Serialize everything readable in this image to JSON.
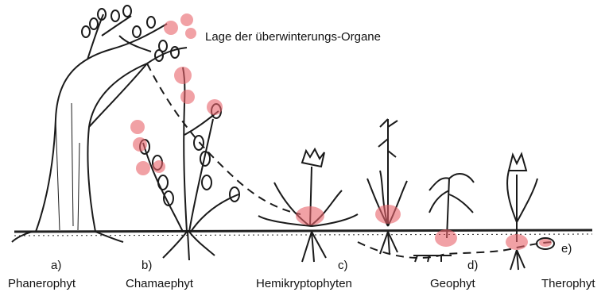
{
  "title": "Lage der überwinterungs-Organe",
  "types": [
    {
      "letter": "a)",
      "name": "Phanerophyt"
    },
    {
      "letter": "b)",
      "name": "Chamaephyt"
    },
    {
      "letter": "c)",
      "name": "Hemikryptophyten"
    },
    {
      "letter": "d)",
      "name": "Geophyt"
    },
    {
      "letter": "e)",
      "name": "Therophyt"
    }
  ],
  "colors": {
    "highlight": "#e8636b",
    "ink": "#1a1a1a",
    "ground": "#222222"
  }
}
